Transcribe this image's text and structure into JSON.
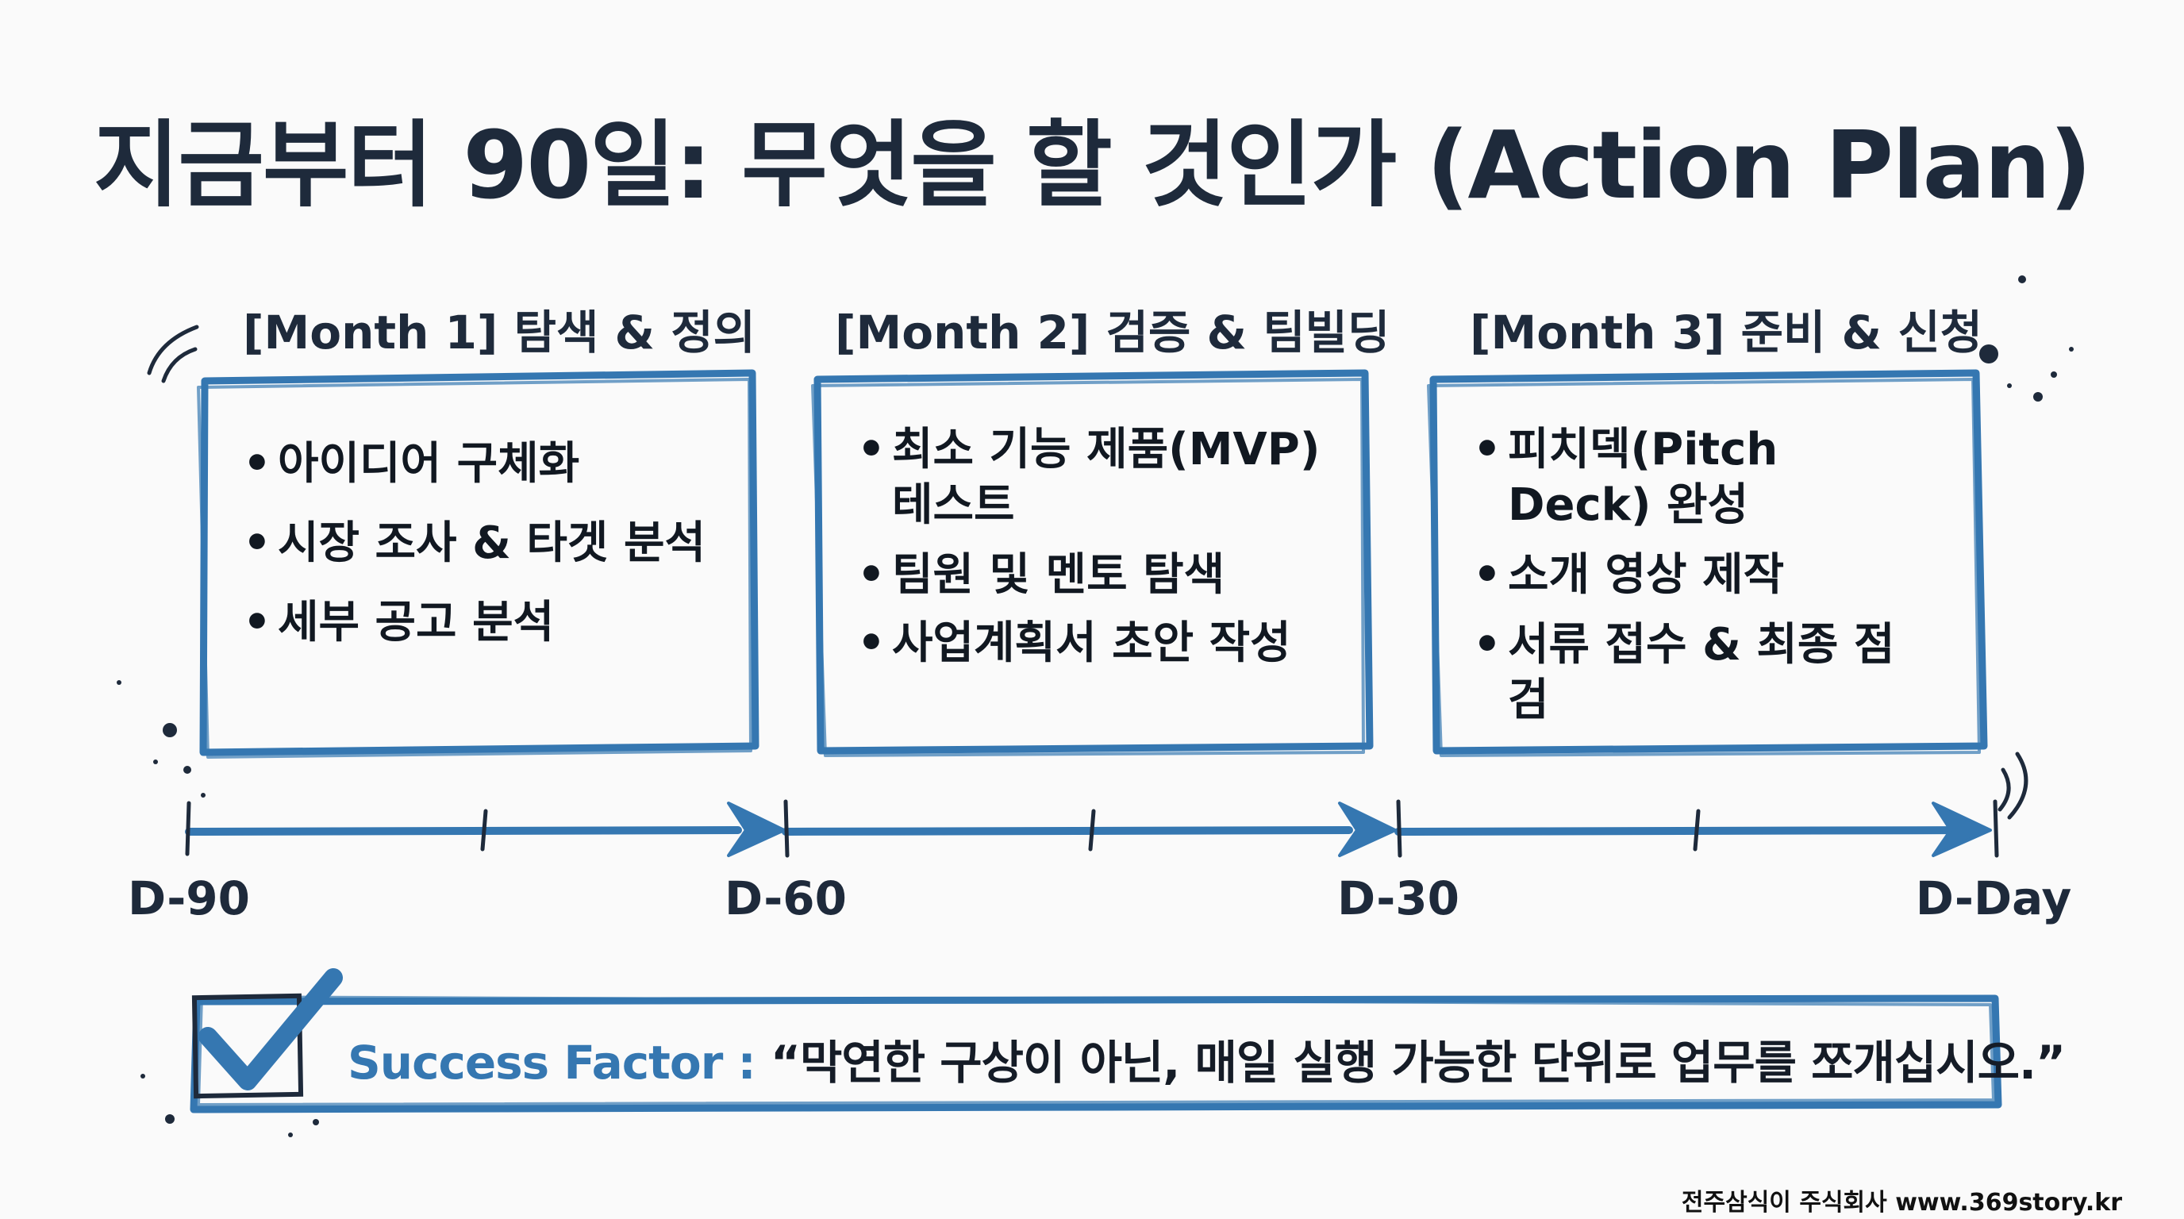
{
  "title": "지금부터 90일: 무엇을 할 것인가 (Action Plan)",
  "months": [
    {
      "label": "[Month 1] 탐색 & 정의",
      "tasks": [
        "아이디어 구체화",
        "시장 조사 & 타겟 분석",
        "세부 공고 분석"
      ]
    },
    {
      "label": "[Month 2] 검증 & 팀빌딩",
      "tasks": [
        "최소 기능 제품(MVP) 테스트",
        "팀원 및 멘토 탐색",
        "사업계획서 초안 작성"
      ]
    },
    {
      "label": "[Month 3] 준비 & 신청",
      "tasks": [
        "피치덱(Pitch Deck) 완성",
        "소개 영상 제작",
        "서류 접수 & 최종 점검"
      ]
    }
  ],
  "timeline": {
    "ticks": [
      "D-90",
      "D-60",
      "D-30",
      "D-Day"
    ]
  },
  "success": {
    "label": "Success Factor : ",
    "quote": "“막연한 구상이 아닌, 매일 실행 가능한 단위로 업무를 쪼개십시오.”"
  },
  "footer": "전주삼식이 주식회사 www.369story.kr",
  "colors": {
    "accent_blue": "#3577b1",
    "title_navy": "#1e2a3b",
    "text_dark": "#111821"
  },
  "icons": {
    "success_marker": "checkmark-icon"
  }
}
